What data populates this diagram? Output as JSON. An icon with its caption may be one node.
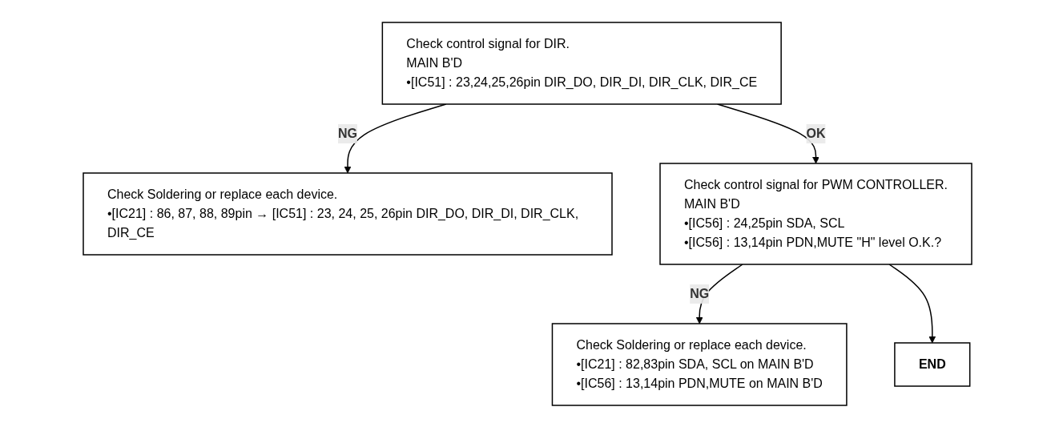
{
  "diagram": {
    "nodes": [
      {
        "text": [
          "Check control signal for DIR.",
          "MAIN B'D",
          "•[IC51] : 23,24,25,26pin DIR_DO, DIR_DI, DIR_CLK, DIR_CE"
        ]
      },
      {
        "text": [
          "Check Soldering or replace each device.",
          "•[IC21] : 86, 87, 88, 89pin → [IC51] : 23, 24, 25, 26pin DIR_DO, DIR_DI, DIR_CLK, DIR_CE"
        ]
      },
      {
        "text": [
          "Check control signal for PWM CONTROLLER.",
          "MAIN B'D",
          "•[IC56] : 24,25pin SDA, SCL",
          "•[IC56] : 13,14pin PDN,MUTE \"H\" level O.K.?"
        ]
      },
      {
        "text": [
          "Check Soldering or replace each device.",
          "•[IC21] : 82,83pin SDA, SCL on MAIN B'D",
          "•[IC56] : 13,14pin PDN,MUTE on MAIN B'D"
        ]
      },
      {
        "text": [
          "END"
        ]
      }
    ],
    "edges": [
      {
        "from": 0,
        "to": 1,
        "arrow": "to",
        "label": "NG"
      },
      {
        "from": 0,
        "to": 2,
        "arrow": "to",
        "label": "OK"
      },
      {
        "from": 2,
        "to": 3,
        "arrow": "to",
        "label": "NG"
      },
      {
        "from": 2,
        "to": 4,
        "arrow": "to"
      }
    ]
  }
}
